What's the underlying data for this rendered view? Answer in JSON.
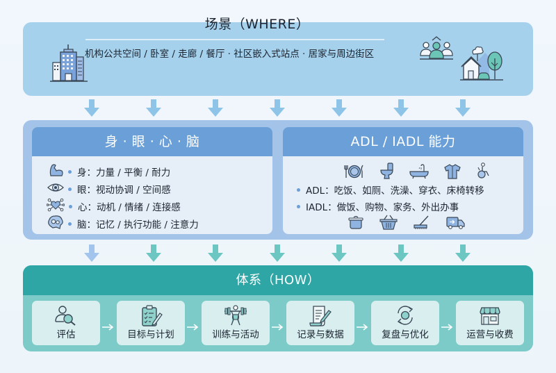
{
  "where": {
    "title": "场景（WHERE）",
    "subtitle": "机构公共空间 / 卧室 / 走廊 / 餐厅 · 社区嵌入式站点 · 居家与周边街区",
    "icons": [
      "office-building-icon",
      "community-people-icon",
      "home-with-trees-icon"
    ]
  },
  "body_eye_heart_brain": {
    "title": "身 · 眼 · 心 · 脑",
    "items": [
      {
        "icon": "muscle-arm-icon",
        "label": "身：力量 / 平衡 / 耐力"
      },
      {
        "icon": "eye-icon",
        "label": "眼：视动协调 / 空间感"
      },
      {
        "icon": "network-heart-icon",
        "label": "心：动机 / 情绪 / 连接感"
      },
      {
        "icon": "brain-gears-icon",
        "label": "脑：记忆 / 执行功能 / 注意力"
      }
    ]
  },
  "adl": {
    "title": "ADL / IADL 能力",
    "adl_icons": [
      "dining-plate-icon",
      "toilet-icon",
      "bathtub-icon",
      "shirt-icon",
      "wheelchair-icon"
    ],
    "adl_label": "ADL：吃饭、如厕、洗澡、穿衣、床椅转移",
    "iadl_label": "IADL：做饭、购物、家务、外出办事",
    "iadl_icons": [
      "cooking-pot-icon",
      "shopping-basket-icon",
      "broom-icon",
      "delivery-truck-icon"
    ]
  },
  "how": {
    "title": "体系（HOW）",
    "steps": [
      {
        "icon": "person-search-icon",
        "label": "评估"
      },
      {
        "icon": "clipboard-plan-icon",
        "label": "目标与计划"
      },
      {
        "icon": "weightlifter-icon",
        "label": "训练与活动"
      },
      {
        "icon": "document-record-icon",
        "label": "记录与数据"
      },
      {
        "icon": "refresh-cycle-icon",
        "label": "复盘与优化"
      },
      {
        "icon": "storefront-icon",
        "label": "运营与收费"
      }
    ]
  },
  "colors": {
    "where_bg": "#a6d1ec",
    "mid_bg": "#a3c4e8",
    "card_header": "#6a9fd7",
    "card_body": "#e6eef8",
    "how_header": "#2fa6a6",
    "how_body": "#7ccbc9",
    "step_bg": "#d9efef",
    "arrow_blue": "#8ec4e8",
    "arrow_teal": "#6cc6c2"
  }
}
